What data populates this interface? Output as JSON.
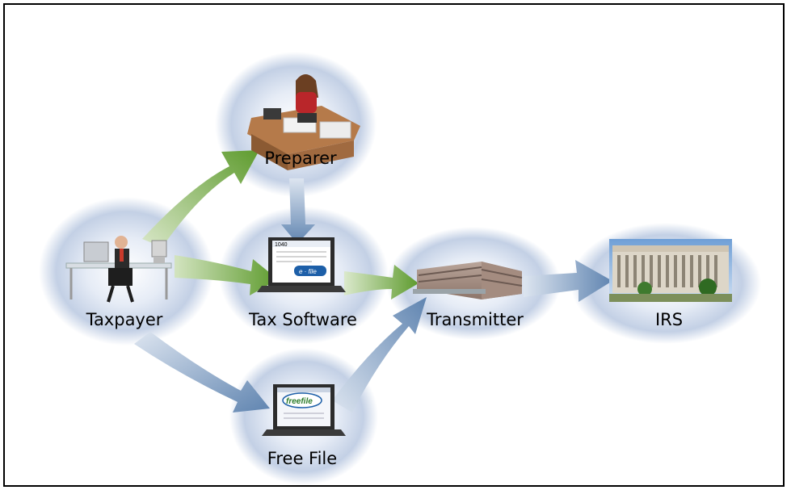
{
  "nodes": {
    "taxpayer": {
      "label": "Taxpayer"
    },
    "preparer": {
      "label": "Preparer"
    },
    "tax_software": {
      "label": "Tax Software"
    },
    "free_file": {
      "label": "Free File"
    },
    "transmitter": {
      "label": "Transmitter"
    },
    "irs": {
      "label": "IRS"
    }
  },
  "screens": {
    "tax_software_form": "1040",
    "tax_software_badge": "e · file",
    "free_file_logo": "freefile"
  },
  "colors": {
    "green_arrow": "#6aa33a",
    "blue_arrow": "#6d8fb5",
    "glow": "#b7c7e0"
  }
}
